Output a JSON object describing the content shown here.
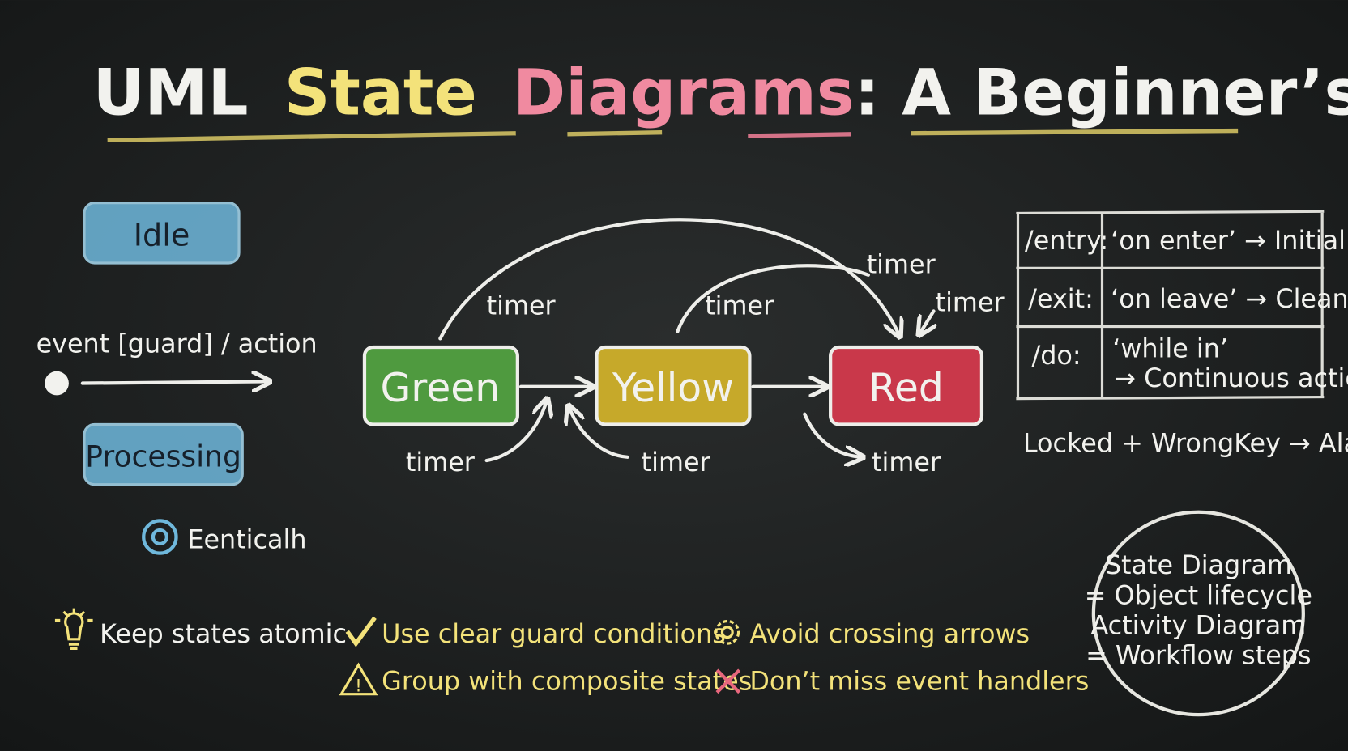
{
  "title": {
    "part1": "UML",
    "part2": "State",
    "part3": "Diagrams",
    "part4": ": A Beginner’s Guide"
  },
  "colors": {
    "yellow": "#f3e27a",
    "pink": "#f08aa0",
    "blue": "#6fb8dc",
    "green": "#4f9a3f",
    "yellowState": "#c6a92a",
    "red": "#c9384a",
    "board": "#1d1f1f"
  },
  "left": {
    "idle": "Idle",
    "event_label": "event [guard] / action",
    "processing": "Processing",
    "final_label": "Eenticalh"
  },
  "states": {
    "green": "Green",
    "yellow": "Yellow",
    "red": "Red"
  },
  "transitions": {
    "green_to_red_top": "timer",
    "yellow_to_red_top": "timer",
    "timer_top_right": "timer",
    "timer_red_incoming": "timer",
    "timer_below_green": "timer",
    "timer_below_yellow": "timer",
    "timer_below_red": "timer"
  },
  "table": {
    "rows": [
      {
        "key": "/entry:",
        "value": "‘on enter’ → Initialize"
      },
      {
        "key": "/exit:",
        "value": "‘on leave’ → Cleanup"
      },
      {
        "key": "/do:",
        "value": "‘while in’",
        "value2": "→ Continuous action"
      }
    ],
    "note": "Locked + WrongKey → Alarm (stay)"
  },
  "tips": [
    {
      "icon": "lightbulb-icon",
      "text": "Keep states atomic"
    },
    {
      "icon": "checkmark-icon",
      "text": "Use clear guard conditions"
    },
    {
      "icon": "gear-icon",
      "text": "Avoid crossing arrows"
    },
    {
      "icon": "warning-icon",
      "text": "Group with composite states"
    },
    {
      "icon": "cross-icon",
      "text": "Don’t miss event handlers"
    }
  ],
  "circle_note": [
    "State Diagram",
    "= Object lifecycle",
    "Activity Diagram",
    "= Workflow steps"
  ]
}
